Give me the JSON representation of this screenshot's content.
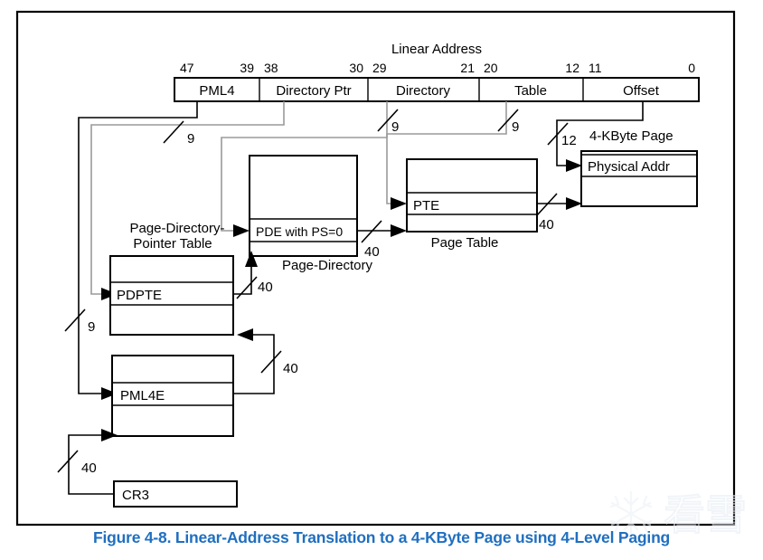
{
  "figure": {
    "caption": "Figure 4-8.  Linear-Address Translation to a 4-KByte Page using 4-Level Paging",
    "caption_color": "#1f6fc0"
  },
  "linear_address": {
    "title": "Linear Address",
    "bit_labels": [
      "47",
      "39",
      "38",
      "30",
      "29",
      "21",
      "20",
      "12",
      "11",
      "0"
    ],
    "fields": [
      {
        "label": "PML4",
        "high_bit": "47",
        "low_bit": "39",
        "index_bits": "9"
      },
      {
        "label": "Directory Ptr",
        "high_bit": "38",
        "low_bit": "30",
        "index_bits": "9"
      },
      {
        "label": "Directory",
        "high_bit": "29",
        "low_bit": "21",
        "index_bits": "9"
      },
      {
        "label": "Table",
        "high_bit": "20",
        "low_bit": "12",
        "index_bits": "9"
      },
      {
        "label": "Offset",
        "high_bit": "11",
        "low_bit": "0",
        "index_bits": "12"
      }
    ]
  },
  "structures": {
    "page_directory_pointer_table": {
      "caption_line1": "Page-Directory-",
      "caption_line2": "Pointer Table",
      "entry_label": "PDPTE"
    },
    "page_directory": {
      "caption": "Page-Directory",
      "entry_label": "PDE with PS=0"
    },
    "page_table": {
      "caption": "Page Table",
      "entry_label": "PTE"
    },
    "pml4_table": {
      "entry_label": "PML4E"
    },
    "four_kbyte_page": {
      "caption": "4-KByte Page",
      "entry_label": "Physical Addr"
    },
    "control_register": {
      "label": "CR3"
    }
  },
  "bus_widths": {
    "pml4_index": "9",
    "dirptr_index": "9",
    "directory_index": "9",
    "table_index": "9",
    "offset_index": "12",
    "cr3_to_pml4": "40",
    "pml4e_to_pdpt": "40",
    "pdpte_to_pd": "40",
    "pde_to_pt": "40",
    "pte_to_page": "40"
  },
  "watermark": {
    "text": "看雪",
    "color": "#e9eef4"
  }
}
